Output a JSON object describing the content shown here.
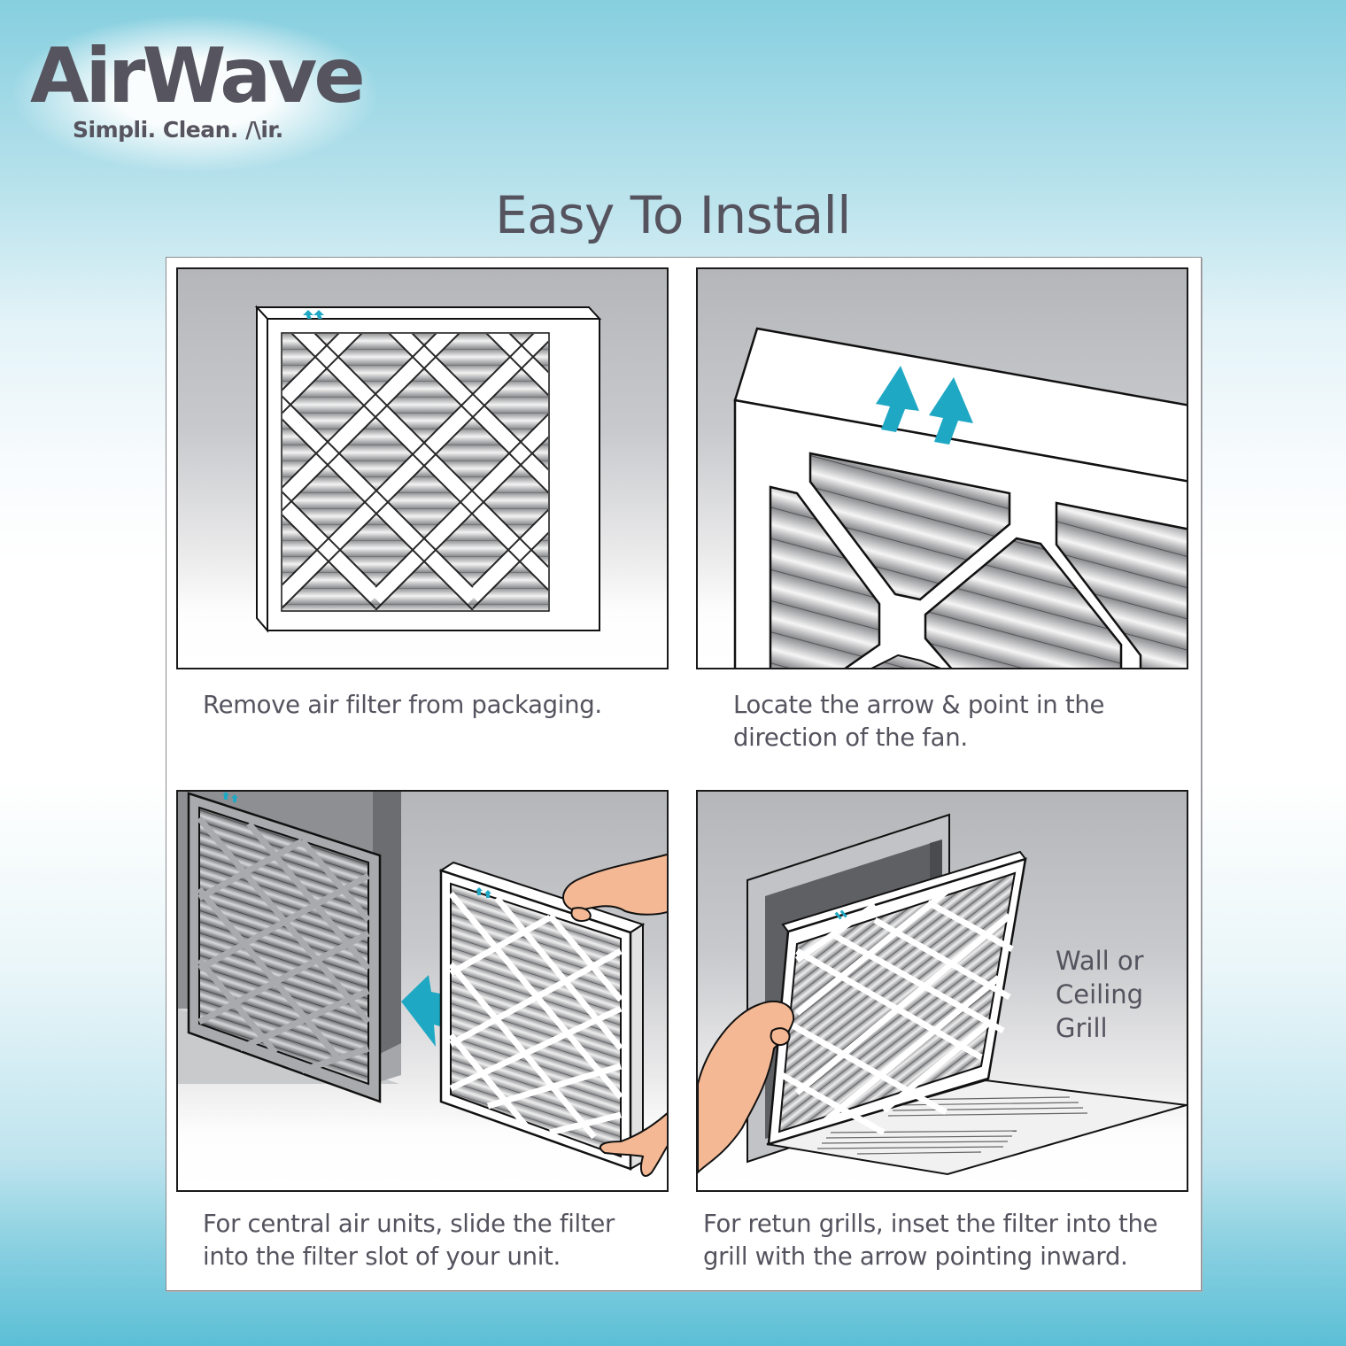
{
  "brand": {
    "name": "AirWave",
    "tagline": "Simpli. Clean. /\\ir."
  },
  "page": {
    "title": "Easy To Install"
  },
  "colors": {
    "text": "#55535e",
    "accent_arrow": "#1fa8c4",
    "panel_border": "#1a1a1a",
    "hand_skin": "#f4b894"
  },
  "steps": [
    {
      "step": 1,
      "illustration": "filter-front-view",
      "caption": "Remove air filter from packaging."
    },
    {
      "step": 2,
      "illustration": "filter-arrow-closeup",
      "caption": "Locate the arrow & point in the direction of the fan."
    },
    {
      "step": 3,
      "illustration": "slide-filter-into-unit",
      "caption": "For central air units, slide the filter into the filter slot of your unit."
    },
    {
      "step": 4,
      "illustration": "insert-filter-into-grill",
      "caption": "For retun grills, inset the filter into the grill with the arrow pointing inward.",
      "label": "Wall or Ceiling Grill"
    }
  ]
}
